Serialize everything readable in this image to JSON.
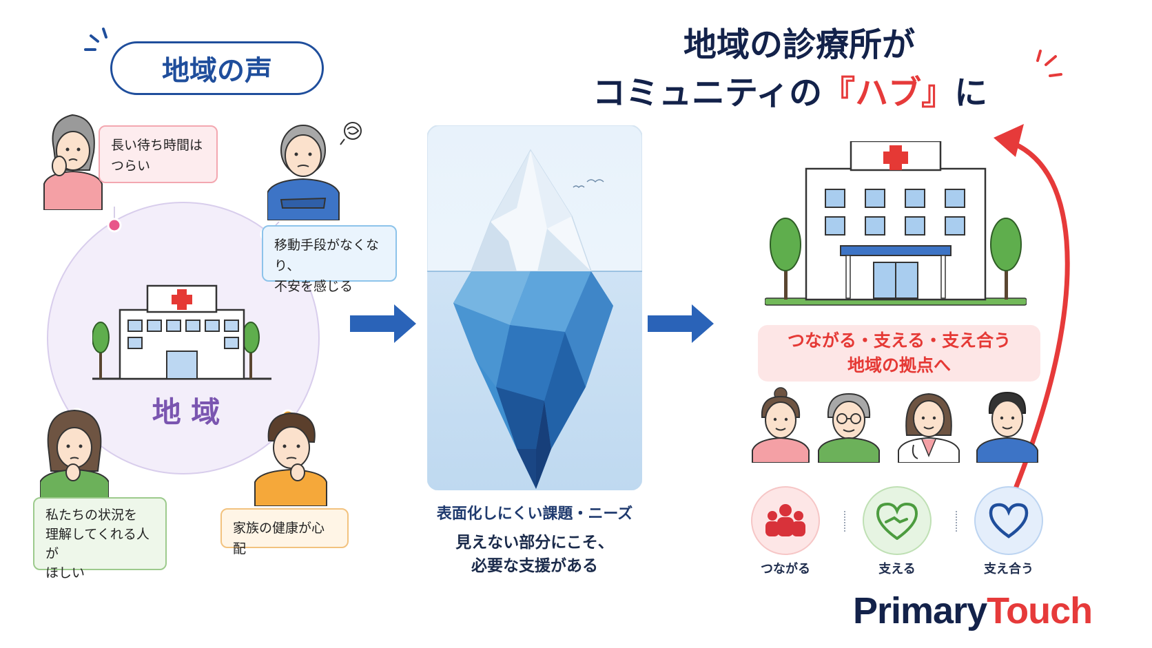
{
  "left": {
    "title": "地域の声",
    "center_label": "地 域",
    "bubbles": [
      {
        "line1": "長い待ち時間は",
        "line2": "つらい"
      },
      {
        "line1": "移動手段がなくなり、",
        "line2": "不安を感じる"
      },
      {
        "line1": "私たちの状況を",
        "line2": "理解してくれる人が",
        "line3": "ほしい"
      },
      {
        "line1": "家族の健康が心配"
      }
    ]
  },
  "middle": {
    "caption_title": "表面化しにくい課題・ニーズ",
    "caption_line1": "見えない部分にこそ、",
    "caption_line2": "必要な支援がある"
  },
  "right": {
    "headline_line1": "地域の診療所が",
    "headline_line2_pre": "コミュニティの",
    "headline_line2_accent": "『ハブ』",
    "headline_line2_post": "に",
    "hub_line1": "つながる・支える・支え合う",
    "hub_line2": "地域の拠点へ",
    "icons": [
      {
        "label": "つながる",
        "icon": "people-group-icon"
      },
      {
        "label": "支える",
        "icon": "handshake-heart-icon"
      },
      {
        "label": "支え合う",
        "icon": "heart-icon"
      }
    ],
    "brand_primary": "Primary",
    "brand_touch": "Touch"
  },
  "colors": {
    "navy": "#13224a",
    "accent_red": "#e63a3a",
    "arrow_blue": "#2a63b8",
    "region_purple": "#7a55b0"
  }
}
